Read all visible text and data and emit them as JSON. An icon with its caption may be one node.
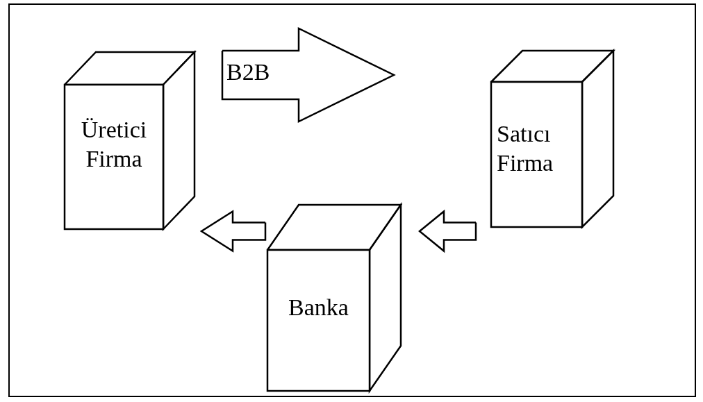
{
  "diagram": {
    "nodes": [
      {
        "text": [
          "Üretici Firma"
        ]
      },
      {
        "text": [
          "Satıcı Firma"
        ]
      },
      {
        "text": [
          "Banka"
        ]
      }
    ],
    "edges": [
      {
        "from": 0,
        "to": 1,
        "arrow": "to",
        "label": "B2B"
      },
      {
        "from": 1,
        "to": 2,
        "arrow": "to"
      },
      {
        "from": 2,
        "to": 0,
        "arrow": "to"
      }
    ]
  }
}
